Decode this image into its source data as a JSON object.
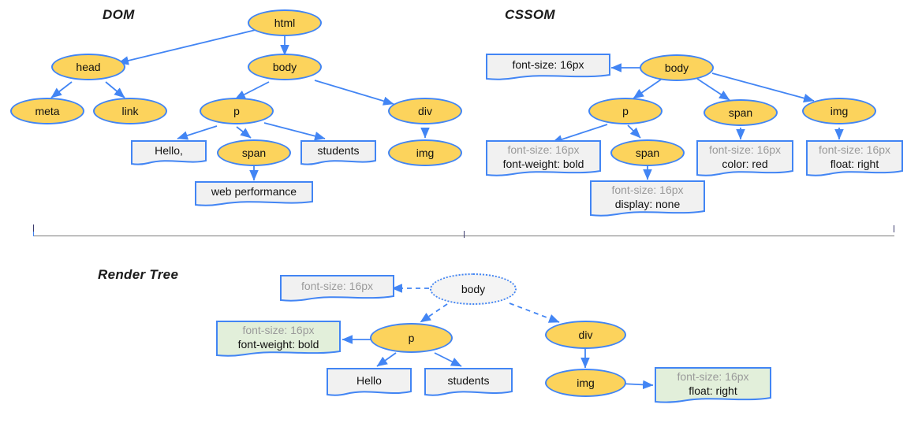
{
  "diagram": {
    "title_dom": "DOM",
    "title_cssom": "CSSOM",
    "title_render": "Render Tree",
    "colors": {
      "node_fill": "#FCD35C",
      "node_stroke": "#4285F4",
      "box_fill": "#F1F1F1",
      "box_fill_green": "#E2EFDA",
      "ghost_fill": "#F4F4F4",
      "muted_text": "#9a9a9a",
      "text": "#111111",
      "divider": "#7a7a7a"
    }
  },
  "dom": {
    "nodes": [
      {
        "id": "html",
        "label": "html"
      },
      {
        "id": "head",
        "label": "head"
      },
      {
        "id": "body",
        "label": "body"
      },
      {
        "id": "meta",
        "label": "meta"
      },
      {
        "id": "link",
        "label": "link"
      },
      {
        "id": "p",
        "label": "p"
      },
      {
        "id": "div",
        "label": "div"
      },
      {
        "id": "span",
        "label": "span"
      },
      {
        "id": "img",
        "label": "img"
      }
    ],
    "text_boxes": [
      {
        "id": "hello",
        "label": "Hello,"
      },
      {
        "id": "students",
        "label": "students"
      },
      {
        "id": "webperf",
        "label": "web performance"
      }
    ],
    "edges": [
      "html->head",
      "html->body",
      "head->meta",
      "head->link",
      "body->p",
      "body->div",
      "p->hello",
      "p->span",
      "p->students",
      "span->webperf",
      "div->img"
    ]
  },
  "cssom": {
    "nodes": [
      {
        "id": "body",
        "label": "body"
      },
      {
        "id": "p",
        "label": "p"
      },
      {
        "id": "span1",
        "label": "span"
      },
      {
        "id": "span2",
        "label": "span"
      },
      {
        "id": "img",
        "label": "img"
      }
    ],
    "rule_boxes": [
      {
        "id": "body-rules",
        "line1": "font-size: 16px",
        "line2": ""
      },
      {
        "id": "p-rules",
        "line1": "font-size: 16px",
        "line2": "font-weight: bold"
      },
      {
        "id": "span2-rules",
        "line1": "font-size: 16px",
        "line2": "display: none"
      },
      {
        "id": "span1-rules",
        "line1": "font-size: 16px",
        "line2": "color: red"
      },
      {
        "id": "img-rules",
        "line1": "font-size: 16px",
        "line2": "float: right"
      }
    ],
    "edges": [
      "body->body-rules",
      "body->p",
      "body->span1",
      "body->img",
      "p->p-rules",
      "p->span2",
      "span2->span2-rules",
      "span1->span1-rules",
      "img->img-rules"
    ]
  },
  "render_tree": {
    "nodes": [
      {
        "id": "body",
        "label": "body",
        "style": "ghost"
      },
      {
        "id": "p",
        "label": "p",
        "style": "normal"
      },
      {
        "id": "div",
        "label": "div",
        "style": "normal"
      },
      {
        "id": "img",
        "label": "img",
        "style": "normal"
      }
    ],
    "rule_boxes": [
      {
        "id": "body-rules",
        "line1": "font-size: 16px",
        "line2": "",
        "fill": "gray"
      },
      {
        "id": "p-rules",
        "line1": "font-size: 16px",
        "line2": "font-weight: bold",
        "fill": "green"
      },
      {
        "id": "img-rules",
        "line1": "font-size: 16px",
        "line2": "float: right",
        "fill": "green"
      }
    ],
    "text_boxes": [
      {
        "id": "hello",
        "label": "Hello"
      },
      {
        "id": "students",
        "label": "students"
      }
    ],
    "edges": [
      "body->body-rules",
      "body->p",
      "body->div",
      "p->p-rules",
      "p->hello",
      "p->students",
      "div->img",
      "img->img-rules"
    ]
  }
}
